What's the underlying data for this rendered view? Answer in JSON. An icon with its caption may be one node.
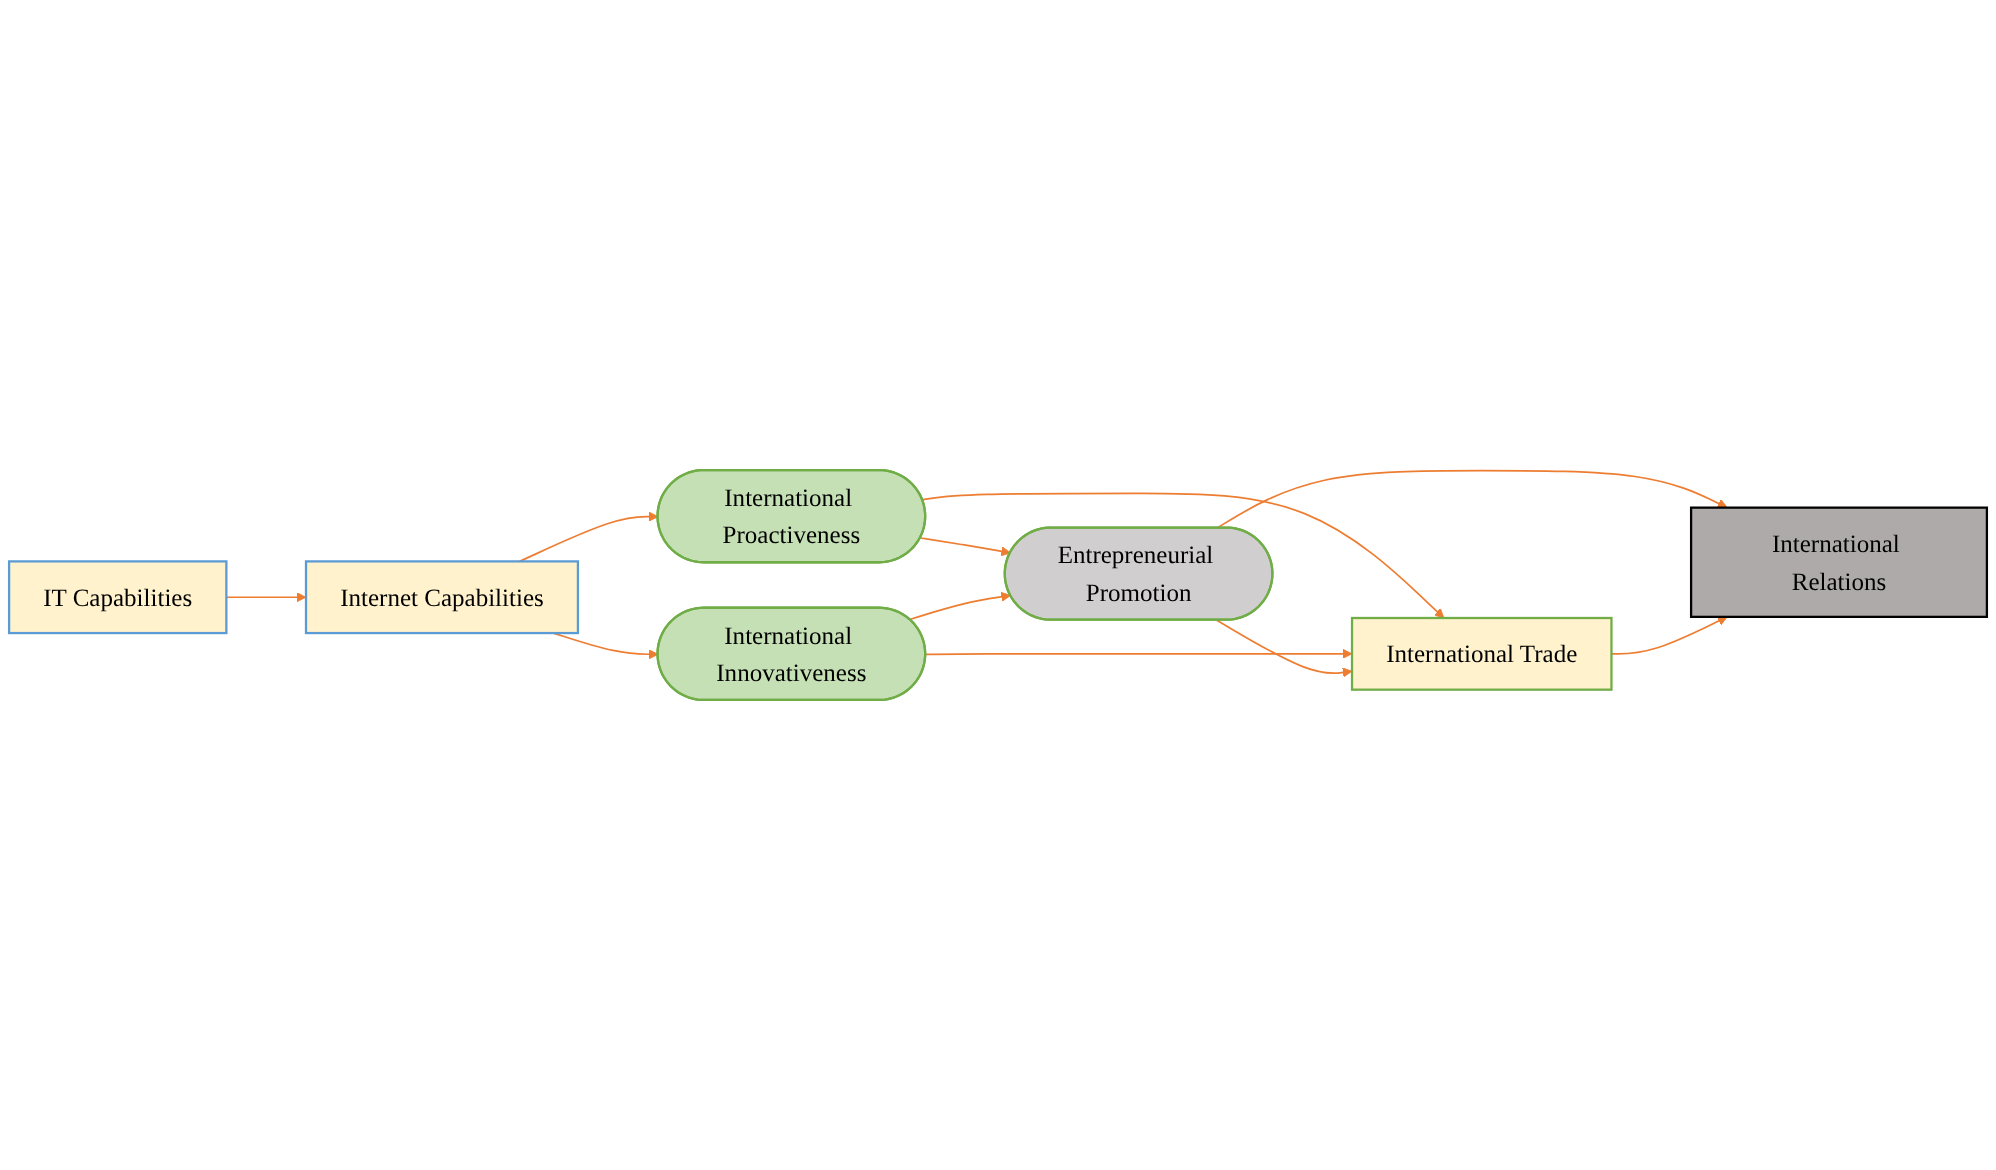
{
  "diagram": {
    "nodes": [
      {
        "text": [
          "International Proactiveness"
        ]
      },
      {
        "text": [
          "Internet Capabilities"
        ]
      },
      {
        "text": [
          "International Trade"
        ]
      },
      {
        "text": [
          "Entrepreneurial Promotion"
        ]
      },
      {
        "text": [
          "IT Capabilities"
        ]
      },
      {
        "text": [
          "International Relations"
        ]
      },
      {
        "text": [
          "International Innovativeness"
        ]
      }
    ],
    "edges": [
      {
        "from": 4,
        "to": 1,
        "arrow": "to",
        "color": "#ed7d31"
      },
      {
        "from": 1,
        "to": 0,
        "arrow": "to",
        "color": "#ed7d31"
      },
      {
        "from": 1,
        "to": 6,
        "arrow": "to",
        "color": "#ed7d31"
      },
      {
        "from": 0,
        "to": 2,
        "arrow": "to",
        "color": "#ed7d31"
      },
      {
        "from": 0,
        "to": 3,
        "arrow": "to",
        "color": "#ed7d31"
      },
      {
        "from": 6,
        "to": 2,
        "arrow": "to",
        "color": "#ed7d31"
      },
      {
        "from": 6,
        "to": 3,
        "arrow": "to",
        "color": "#ed7d31"
      },
      {
        "from": 3,
        "to": 2,
        "arrow": "to",
        "color": "#ed7d31"
      },
      {
        "from": 3,
        "to": 5,
        "arrow": "to",
        "color": "#ed7d31"
      },
      {
        "from": 2,
        "to": 5,
        "arrow": "to",
        "color": "#ed7d31"
      }
    ]
  }
}
